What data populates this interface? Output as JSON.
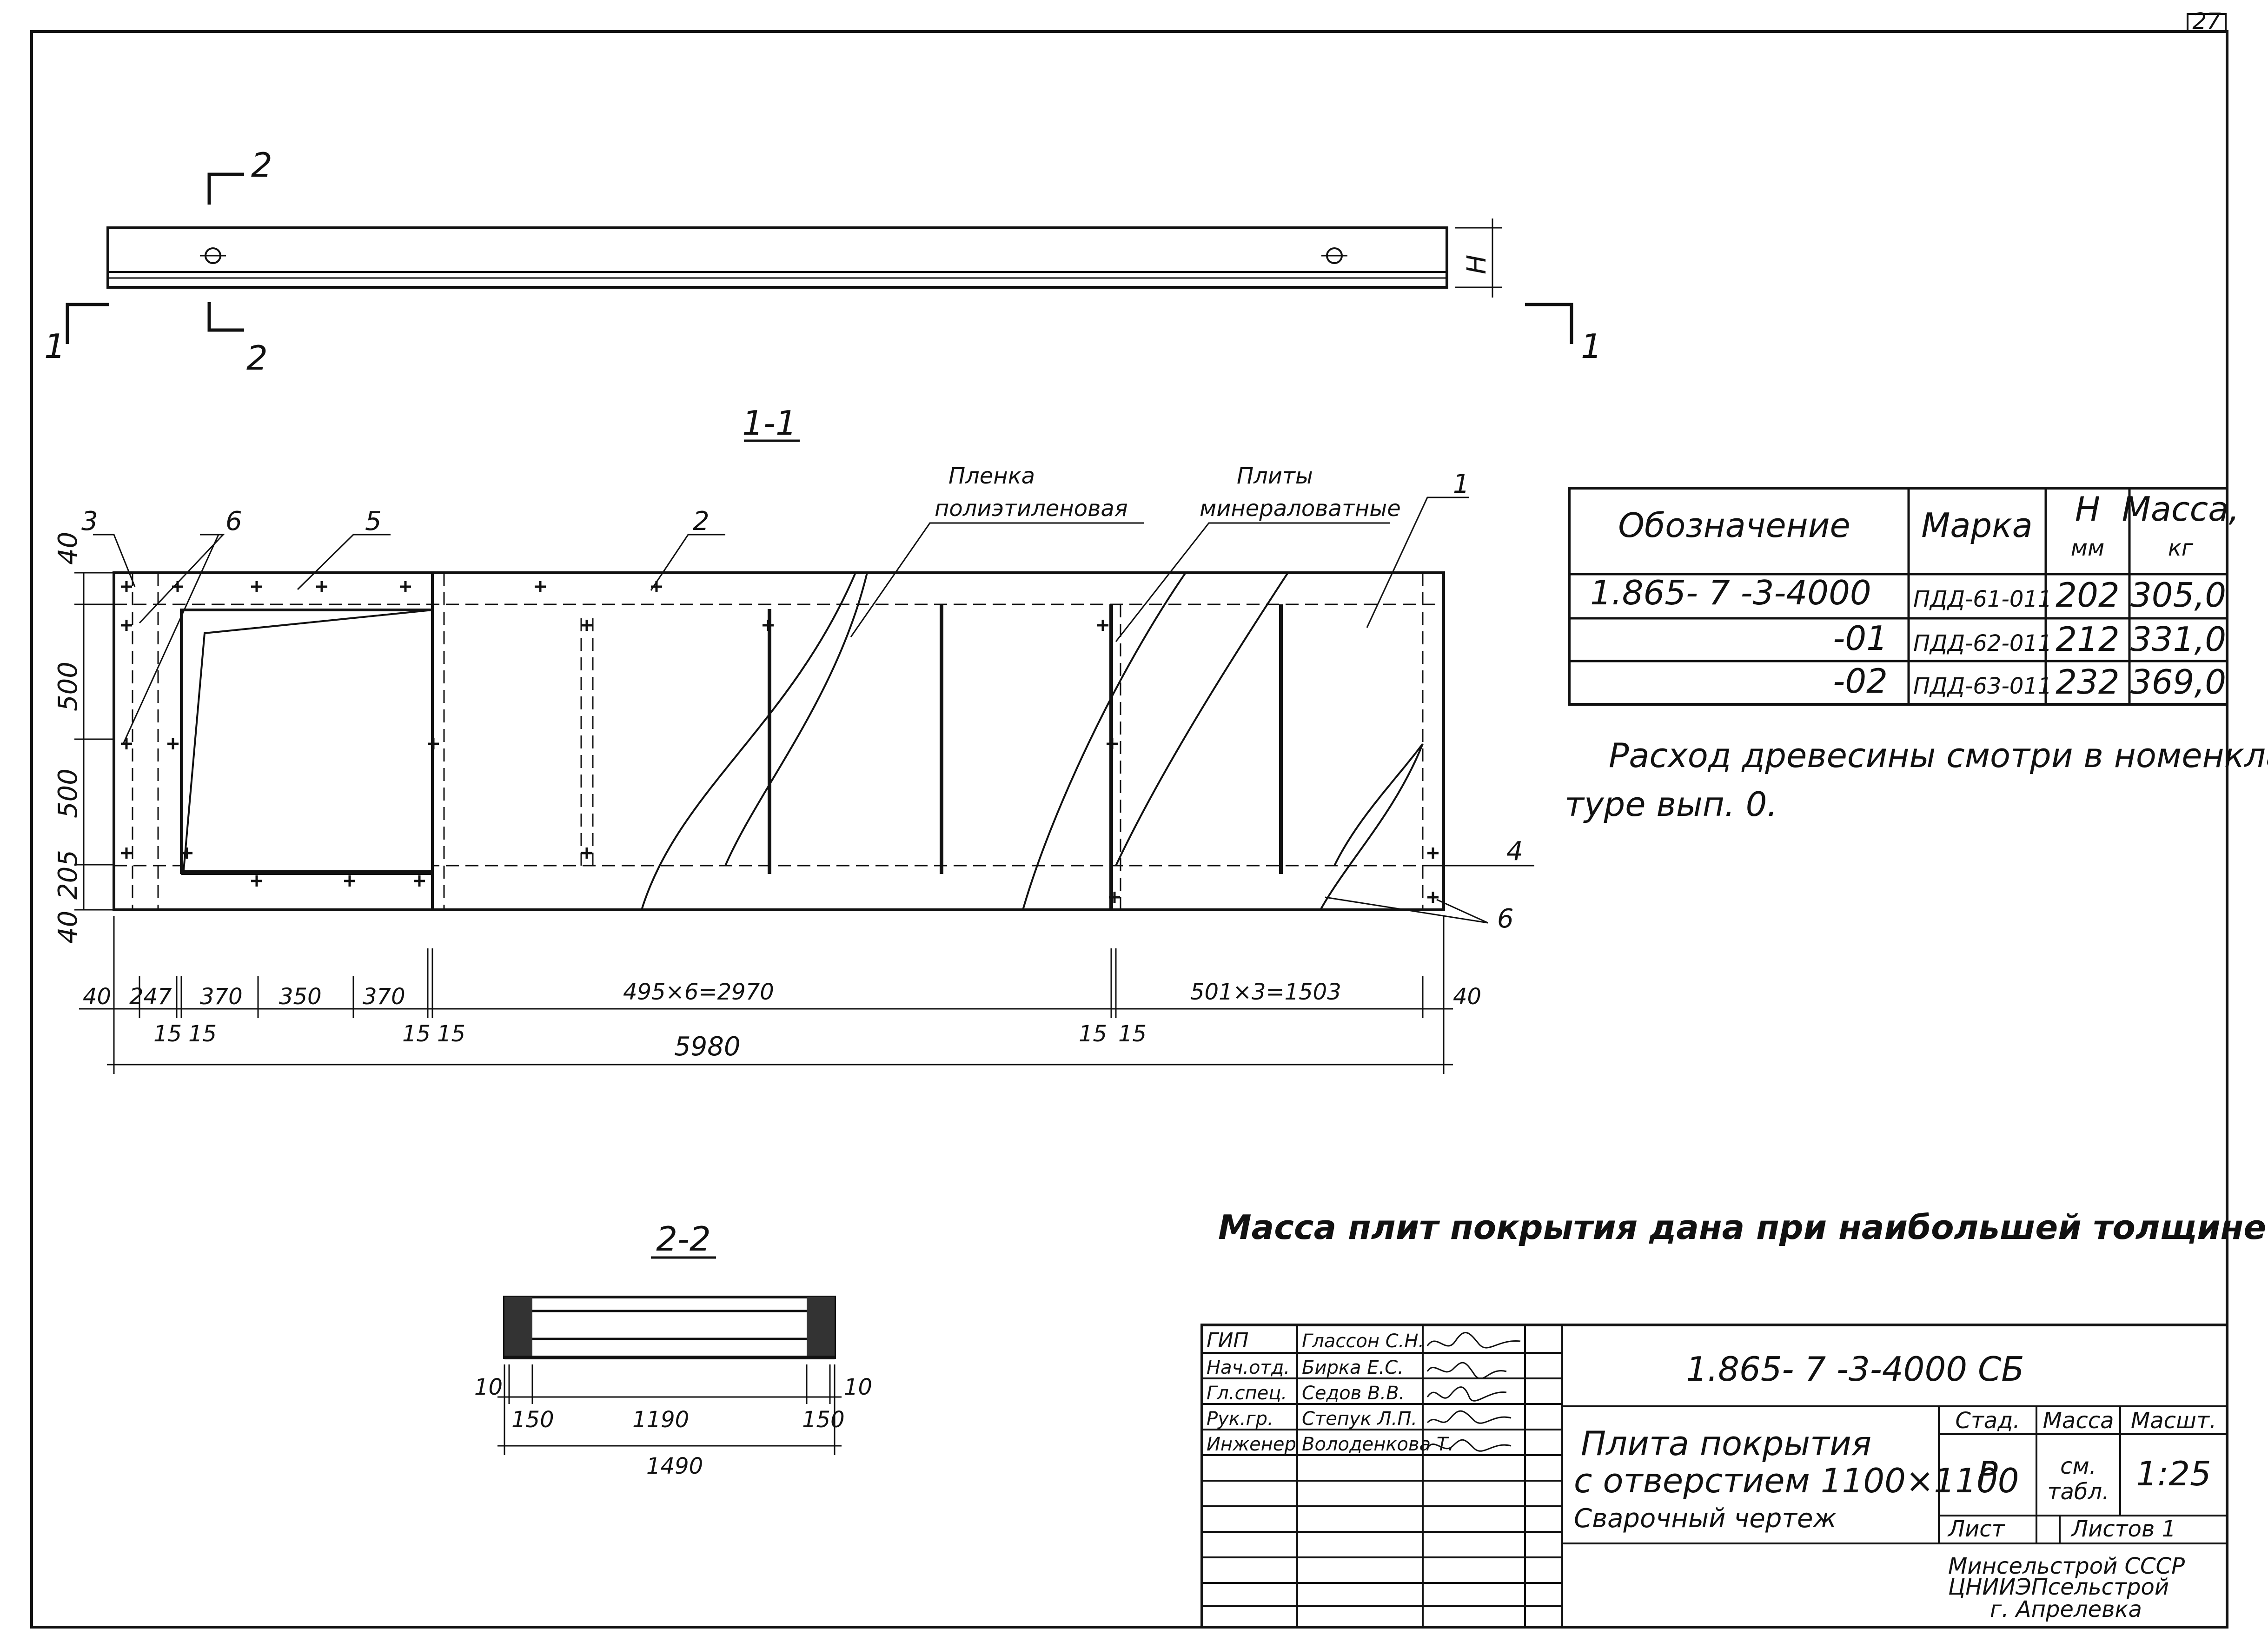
{
  "sheet_number": "27",
  "plan_view": {
    "section_marks": [
      "2",
      "2",
      "1",
      "1"
    ],
    "height_dim": "H"
  },
  "section_1_1": {
    "title": "1-1",
    "callouts": {
      "c3": "3",
      "c6a": "6",
      "c5": "5",
      "c2": "2",
      "c1": "1",
      "c4": "4",
      "c6b": "6",
      "film_l1": "Пленка",
      "film_l2": "полиэтиленовая",
      "wool_l1": "Плиты",
      "wool_l2": "минераловатные"
    },
    "vertical_dims": [
      "40",
      "500",
      "500",
      "205",
      "40"
    ],
    "horizontal_dims": {
      "d40a": "40",
      "d247": "247",
      "d370a": "370",
      "d350": "350",
      "d370b": "370",
      "d495": "495×6=2970",
      "d501": "501×3=1503",
      "d40b": "40",
      "d15a": "15",
      "d15b": "15",
      "d15c": "15",
      "d15d": "15",
      "d15e": "15",
      "d15f": "15",
      "total": "5980"
    }
  },
  "section_2_2": {
    "title": "2-2",
    "dims": {
      "d10a": "10",
      "d150a": "150",
      "d1190": "1190",
      "d150b": "150",
      "d10b": "10",
      "d1490": "1490"
    }
  },
  "spec_table": {
    "headers": {
      "designation": "Обозначение",
      "mark": "Марка",
      "h_top": "H",
      "h_unit": "мм",
      "mass_top": "Масса,",
      "mass_unit": "кг"
    },
    "rows": [
      {
        "designation": "1.865- 7 -3-4000",
        "mark": "ПДД-61-011",
        "h": "202",
        "mass": "305,0"
      },
      {
        "designation": "-01",
        "mark": "ПДД-62-011",
        "h": "212",
        "mass": "331,0"
      },
      {
        "designation": "-02",
        "mark": "ПДД-63-011",
        "h": "232",
        "mass": "369,0"
      }
    ]
  },
  "notes": {
    "wood_line1": "Расход древесины смотри в номенкла-",
    "wood_line2": "туре вып. 0.",
    "mass_note": "Масса плит покрытия дана при наибольшей толщине утеплителя."
  },
  "title_block": {
    "doc_code": "1.865- 7 -3-4000 СБ",
    "title_l1": "Плита покрытия",
    "title_l2": "с отверстием 1100×1100",
    "title_l3": "Сварочный чертеж",
    "h_stage": "Стад.",
    "h_mass": "Масса",
    "h_scale": "Масшт.",
    "v_stage": "Р",
    "v_mass_l1": "см.",
    "v_mass_l2": "табл.",
    "v_scale": "1:25",
    "sheet_label": "Лист",
    "sheets_label": "Листов  1",
    "org_l1": "Минсельстрой СССР",
    "org_l2": "ЦНИИЭПсельстрой",
    "org_l3": "г. Апрелевка",
    "staff": [
      {
        "role": "ГИП",
        "name": "Глассон С.Н."
      },
      {
        "role": "Нач.отд.",
        "name": "Бирка Е.С."
      },
      {
        "role": "Гл.спец.",
        "name": "Седов В.В."
      },
      {
        "role": "Рук.гр.",
        "name": "Степук Л.П."
      },
      {
        "role": "Инженер",
        "name": "Володенкова Т."
      }
    ]
  }
}
